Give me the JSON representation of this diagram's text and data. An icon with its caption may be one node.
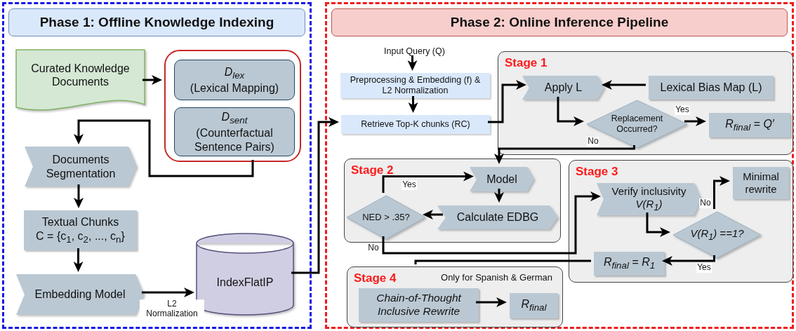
{
  "diagram": {
    "nodes": [
      {
        "text": [
          "Phase 1: Offline Knowledge Indexing"
        ]
      },
      {
        "text": [
          "Curated Knowledge Documents"
        ],
        "in": 0
      },
      {
        "text": [],
        "shape": "box",
        "in": 0
      },
      {
        "text": [
          "D$_{lex}$",
          "(Lexical Mapping)"
        ],
        "in": 2
      },
      {
        "text": [
          "D$_{sent}$",
          "(Counterfactual Sentence Pairs)"
        ],
        "in": 2
      },
      {
        "text": [
          "Documents Segmentation"
        ],
        "in": 0
      },
      {
        "text": [
          "Textual Chunks",
          "C = {c$_{1}$, c$_{2}$, ..., c$_{n}$}"
        ],
        "in": 0
      },
      {
        "text": [
          "Embedding Model"
        ],
        "in": 0
      },
      {
        "text": [
          "IndexFlatIP"
        ],
        "in": 0
      },
      {
        "text": [
          "Phase 2: Online Inference Pipeline"
        ]
      },
      {
        "text": [
          "Input Query (Q)"
        ],
        "in": 9
      },
      {
        "text": [
          "Preprocessing & Embedding (f) & L2 Normalization"
        ],
        "in": 9
      },
      {
        "text": [
          "Retrieve Top-K chunks (RC)"
        ],
        "in": 9
      },
      {
        "text": [
          "Stage 1"
        ],
        "in": 9
      },
      {
        "text": [
          "Apply L"
        ],
        "in": 13
      },
      {
        "text": [
          "Lexical Bias Map (L)"
        ],
        "in": 13
      },
      {
        "text": [
          "Replacement Occurred?"
        ],
        "in": 13
      },
      {
        "text": [
          "R$_{final}$ = Q′"
        ],
        "in": 13
      },
      {
        "text": [
          "Stage 2"
        ],
        "in": 9
      },
      {
        "text": [
          "Model"
        ],
        "in": 18
      },
      {
        "text": [
          "Calculate EDBG"
        ],
        "in": 18
      },
      {
        "text": [
          "NED > .35?"
        ],
        "in": 18
      },
      {
        "text": [
          "Stage 3"
        ],
        "in": 9
      },
      {
        "text": [
          "Verify inclusivity",
          "V(R$_{1}$)"
        ],
        "in": 22
      },
      {
        "text": [
          "Minimal rewrite"
        ],
        "in": 22
      },
      {
        "text": [
          "V(R$_{1}$) ==1?"
        ],
        "in": 22
      },
      {
        "text": [
          "R$_{final}$ = R$_{1}$"
        ],
        "in": 22
      },
      {
        "text": [
          "Stage 4",
          "Only for Spanish & German"
        ],
        "in": 9
      },
      {
        "text": [
          "Chain-of-Thought Inclusive Rewrite"
        ],
        "in": 27
      },
      {
        "text": [
          "R$_{final}$"
        ],
        "in": 27
      }
    ],
    "edges": [
      {
        "from": 1,
        "to": 2,
        "arrow": "to"
      },
      {
        "from": 2,
        "to": 5,
        "arrow": "to"
      },
      {
        "from": 5,
        "to": 6,
        "arrow": "to"
      },
      {
        "from": 6,
        "to": 7,
        "arrow": "to"
      },
      {
        "from": 7,
        "to": 8,
        "arrow": "to",
        "label": "L2 Normalization"
      },
      {
        "from": 8,
        "to": 12,
        "arrow": "to"
      },
      {
        "from": 10,
        "to": 11,
        "arrow": "to"
      },
      {
        "from": 11,
        "to": 12,
        "arrow": "to"
      },
      {
        "from": 12,
        "to": 14,
        "arrow": "to"
      },
      {
        "from": 15,
        "to": 14,
        "arrow": "to"
      },
      {
        "from": 14,
        "to": 16,
        "arrow": "to"
      },
      {
        "from": 16,
        "to": 17,
        "arrow": "to",
        "label": "Yes"
      },
      {
        "from": 16,
        "to": 19,
        "arrow": "to",
        "label": "No"
      },
      {
        "from": 19,
        "to": 20,
        "arrow": "to"
      },
      {
        "from": 20,
        "to": 21,
        "arrow": "to"
      },
      {
        "from": 21,
        "to": 19,
        "arrow": "to",
        "label": "Yes"
      },
      {
        "from": 21,
        "to": 23,
        "arrow": "to",
        "label": "No"
      },
      {
        "from": 23,
        "to": 25,
        "arrow": "to"
      },
      {
        "from": 25,
        "to": 24,
        "arrow": "to",
        "label": "No"
      },
      {
        "from": 25,
        "to": 26,
        "arrow": "to",
        "label": "Yes"
      },
      {
        "from": 26,
        "to": 27,
        "arrow": "none"
      },
      {
        "from": 28,
        "to": 29,
        "arrow": "to"
      }
    ]
  }
}
